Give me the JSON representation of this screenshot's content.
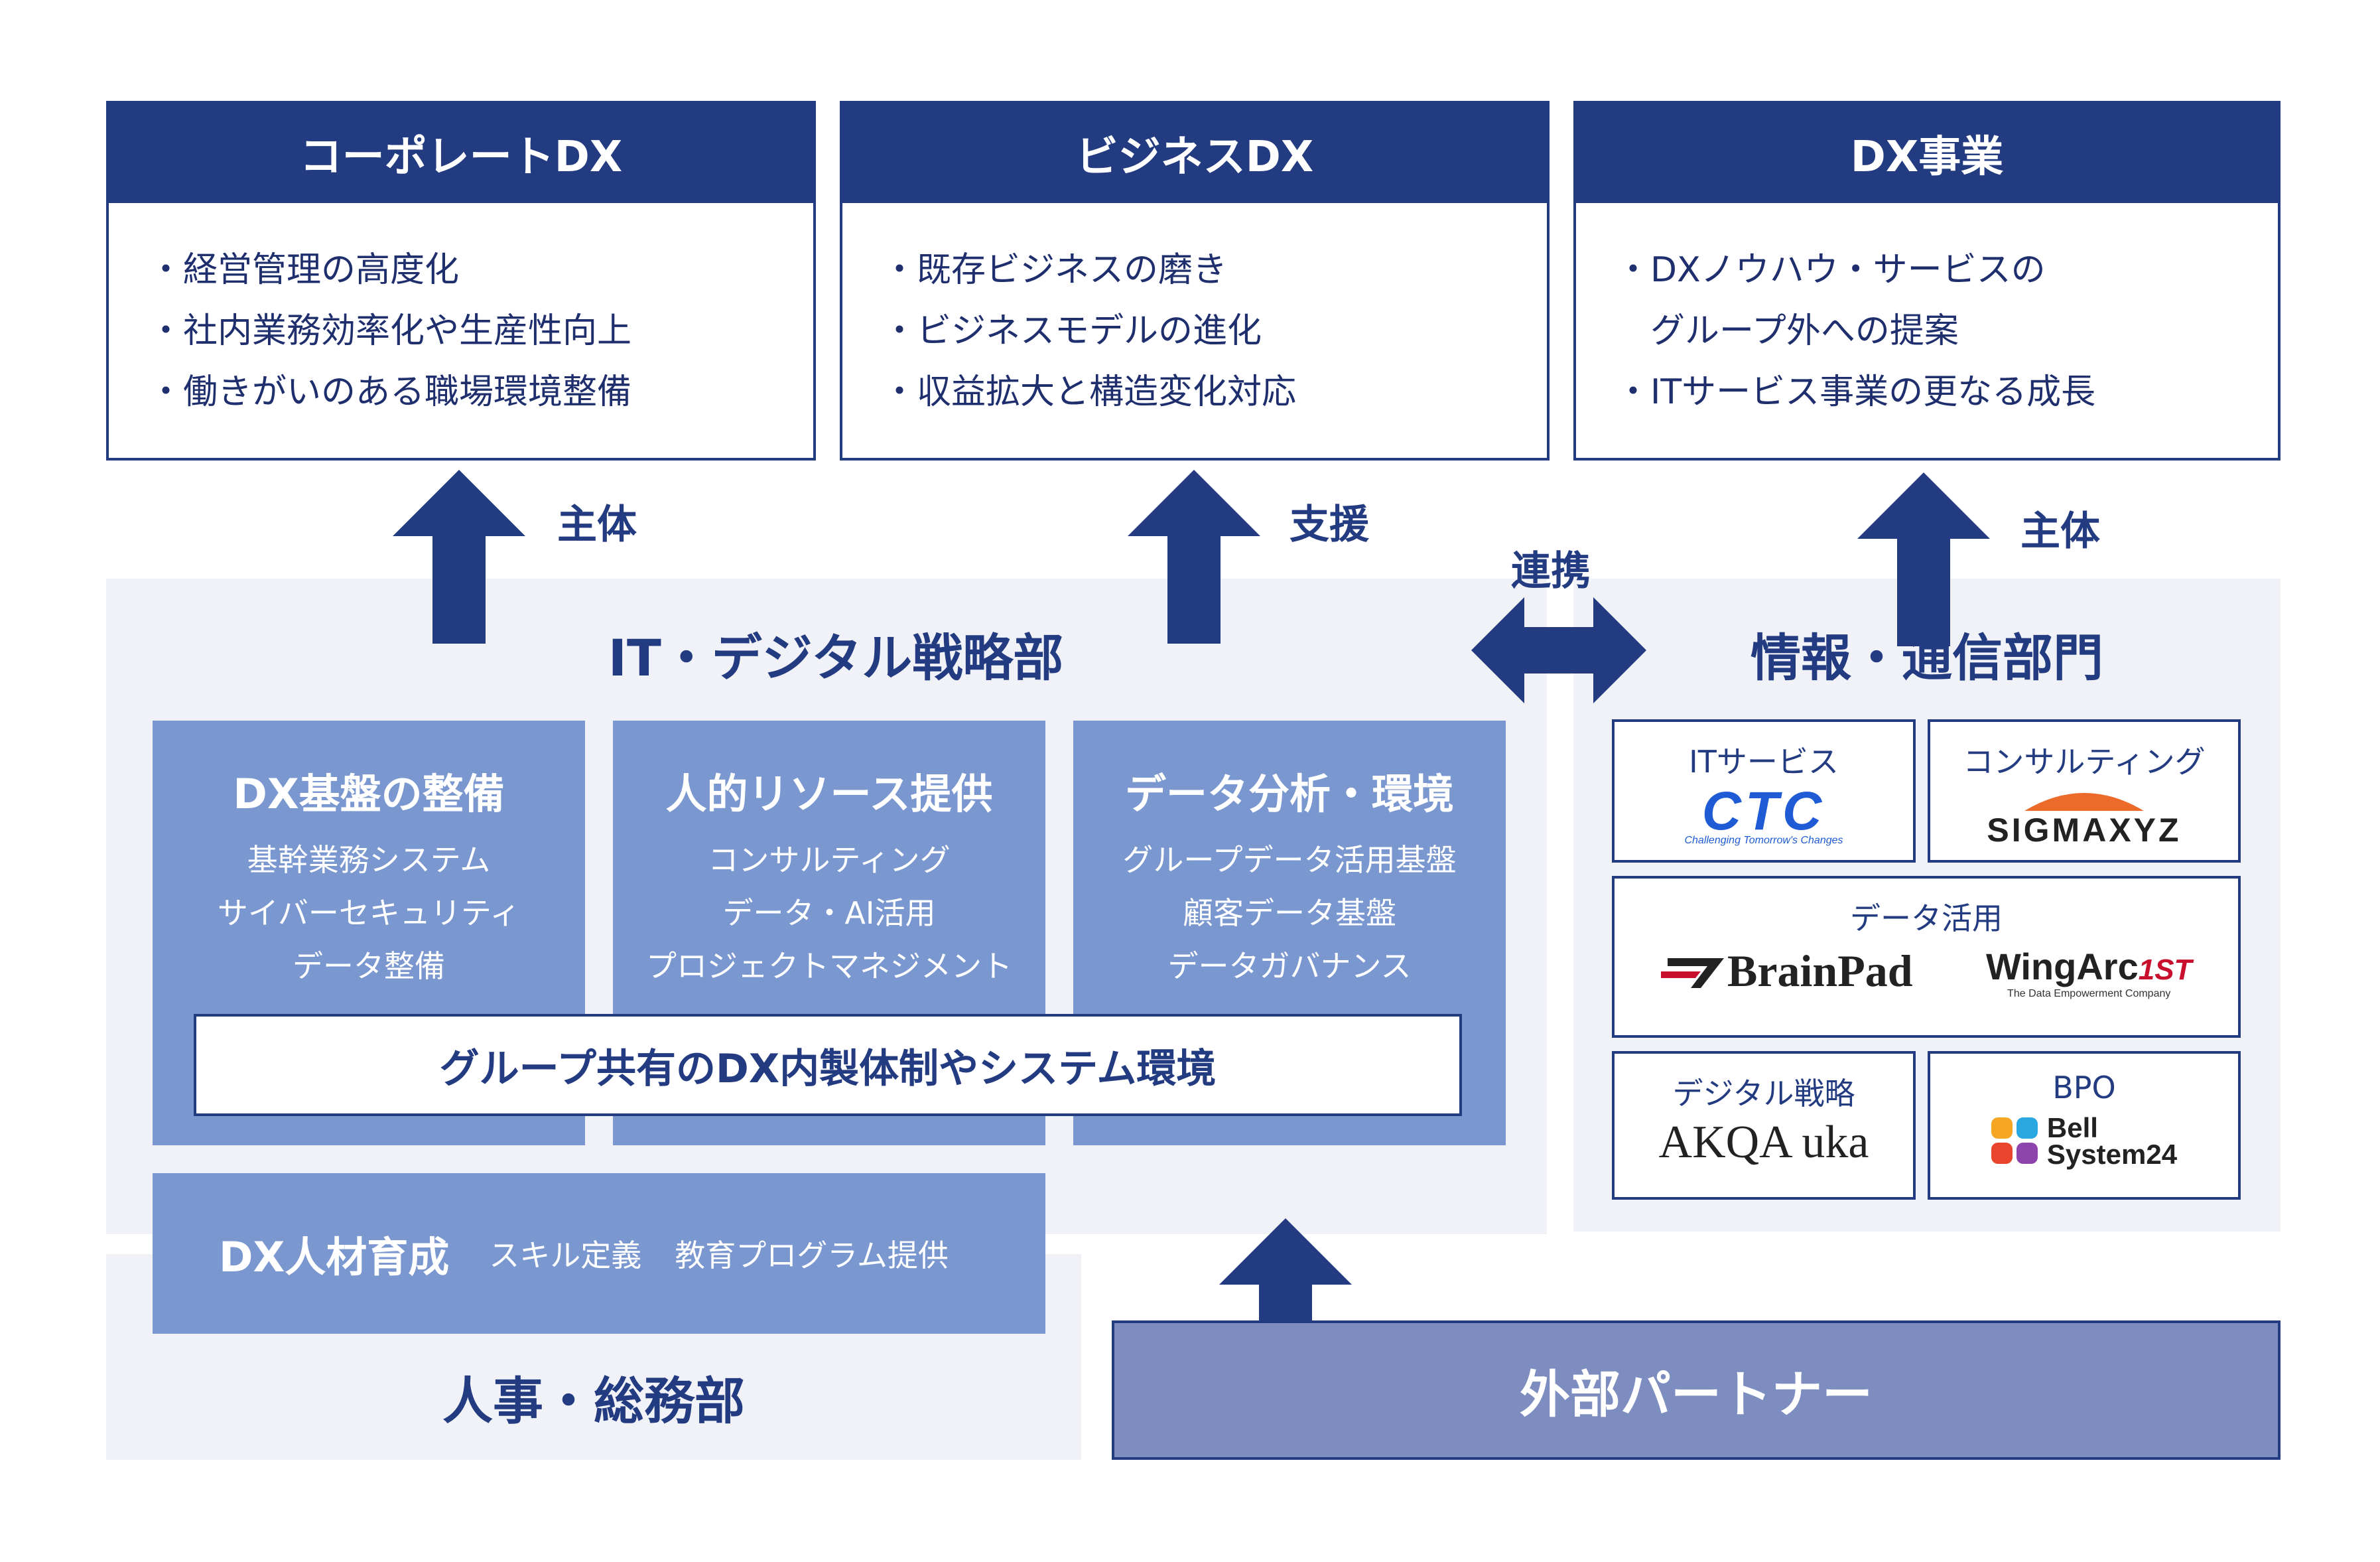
{
  "goals": [
    {
      "title": "コーポレートDX",
      "items": [
        "経営管理の高度化",
        "社内業務効率化や生産性向上",
        "働きがいのある職場環境整備"
      ]
    },
    {
      "title": "ビジネスDX",
      "items": [
        "既存ビジネスの磨き",
        "ビジネスモデルの進化",
        "収益拡大と構造変化対応"
      ]
    },
    {
      "title": "DX事業",
      "items": [
        "DXノウハウ・サービスの",
        "グループ外への提案",
        "ITサービス事業の更なる成長"
      ]
    }
  ],
  "arrows": {
    "left": "主体",
    "middle": "支援",
    "right": "主体",
    "link": "連携"
  },
  "it_dept": {
    "title": "IT・デジタル戦略部",
    "functions": [
      {
        "title": "DX基盤の整備",
        "items": [
          "基幹業務システム",
          "サイバーセキュリティ",
          "データ整備"
        ]
      },
      {
        "title": "人的リソース提供",
        "items": [
          "コンサルティング",
          "データ・AI活用",
          "プロジェクトマネジメント"
        ]
      },
      {
        "title": "データ分析・環境",
        "items": [
          "グループデータ活用基盤",
          "顧客データ基盤",
          "データガバナンス"
        ]
      }
    ],
    "shared": "グループ共有のDX内製体制やシステム環境"
  },
  "hr": {
    "title": "DX人材育成",
    "items": [
      "スキル定義",
      "教育プログラム提供"
    ],
    "dept": "人事・総務部"
  },
  "partner": "外部パートナー",
  "info_dept": {
    "title": "情報・通信部門",
    "cells": [
      {
        "label": "ITサービス",
        "logos": [
          "CTC",
          "Challenging Tomorrow's Changes"
        ]
      },
      {
        "label": "コンサルティング",
        "logos": [
          "SIGMAXYZ"
        ]
      },
      {
        "label": "データ活用",
        "logos": [
          "BrainPad",
          "WingArc",
          "1ST",
          "The Data Empowerment Company"
        ]
      },
      {
        "label": "デジタル戦略",
        "logos": [
          "AKQA uka"
        ]
      },
      {
        "label": "BPO",
        "logos": [
          "Bell",
          "System24"
        ]
      }
    ]
  },
  "colors": {
    "navy": "#233b80",
    "func_blue": "#7a97cf",
    "panel_bg": "#f1f2f8",
    "partner_bg": "#7d8dbf"
  }
}
